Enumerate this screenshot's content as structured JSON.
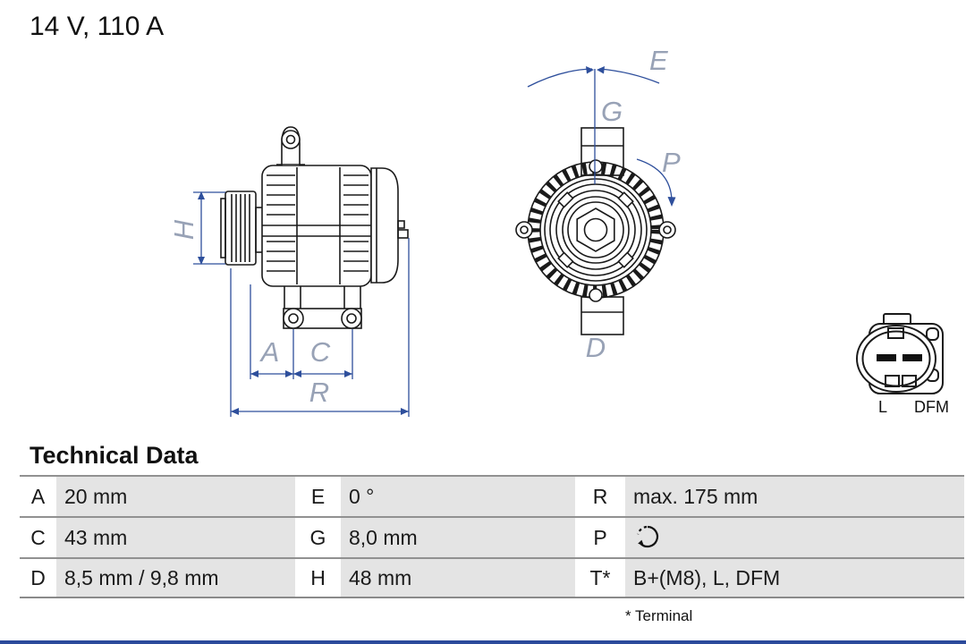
{
  "title": "14 V, 110 A",
  "drawing": {
    "side_view": {
      "h_label": "H",
      "a_label": "A",
      "c_label": "C",
      "r_label": "R"
    },
    "front_view": {
      "e_label": "E",
      "g_label": "G",
      "p_label": "P",
      "d_label": "D"
    },
    "connector": {
      "pin_left_label": "L",
      "pin_right_label": "DFM"
    },
    "colors": {
      "dimension_blue": "#2e4f9c",
      "draft_label": "#98a2b6",
      "outline": "#1a1a1a"
    }
  },
  "technical_data": {
    "heading": "Technical Data",
    "rows": [
      [
        {
          "key": "A",
          "value": "20 mm"
        },
        {
          "key": "E",
          "value": "0 °"
        },
        {
          "key": "R",
          "value": "max. 175 mm"
        }
      ],
      [
        {
          "key": "C",
          "value": "43 mm"
        },
        {
          "key": "G",
          "value": "8,0 mm"
        },
        {
          "key": "P",
          "value": "",
          "icon": "rotation-direction-icon"
        }
      ],
      [
        {
          "key": "D",
          "value": "8,5 mm / 9,8 mm"
        },
        {
          "key": "H",
          "value": "48 mm"
        },
        {
          "key": "T*",
          "value": "B+(M8), L, DFM"
        }
      ]
    ],
    "footnote": "* Terminal"
  },
  "footer_bar": {
    "color": "#2b4a9b"
  }
}
